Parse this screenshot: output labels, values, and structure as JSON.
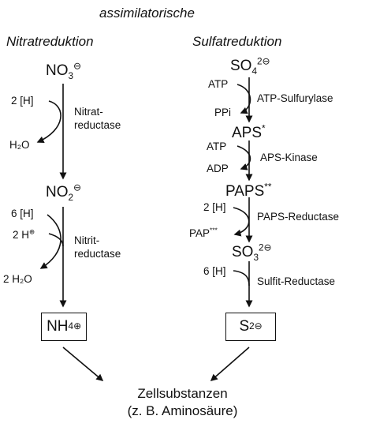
{
  "header": "assimilatorische",
  "left": {
    "title": "Nitratreduktion",
    "nitrate": {
      "base": "NO",
      "sub": "3",
      "sup": "⊖"
    },
    "step1": {
      "in": "2 [H]",
      "out": "H₂O",
      "enzyme": [
        "Nitrat-",
        "reductase"
      ]
    },
    "nitrite": {
      "base": "NO",
      "sub": "2",
      "sup": "⊖"
    },
    "step2": {
      "in1": "6 [H]",
      "in2": "2 H",
      "in2_sup": "⊕",
      "out": "2 H₂O",
      "enzyme": [
        "Nitrit-",
        "reductase"
      ]
    },
    "product": {
      "base": "NH",
      "sub": "4",
      "sup": "⊕"
    }
  },
  "right": {
    "title": "Sulfatreduktion",
    "sulfate": {
      "base": "SO",
      "sub": "4",
      "sup": "2⊖"
    },
    "step1": {
      "in": "ATP",
      "out": "PPi",
      "enzyme": "ATP-Sulfurylase"
    },
    "aps": {
      "name": "APS",
      "mark": "*"
    },
    "step2": {
      "in": "ATP",
      "out": "ADP",
      "enzyme": "APS-Kinase"
    },
    "paps": {
      "name": "PAPS",
      "mark": "**"
    },
    "step3": {
      "in": "2 [H]",
      "out": "PAP",
      "out_mark": "***",
      "enzyme": "PAPS-Reductase"
    },
    "sulfite": {
      "base": "SO",
      "sub": "3",
      "sup": "2⊖"
    },
    "step4": {
      "in": "6 [H]",
      "enzyme": "Sulfit-Reductase"
    },
    "product": {
      "base": "S",
      "sup": "2⊖"
    }
  },
  "result": {
    "line1": "Zellsubstanzen",
    "line2": "(z. B. Aminosäure)"
  }
}
